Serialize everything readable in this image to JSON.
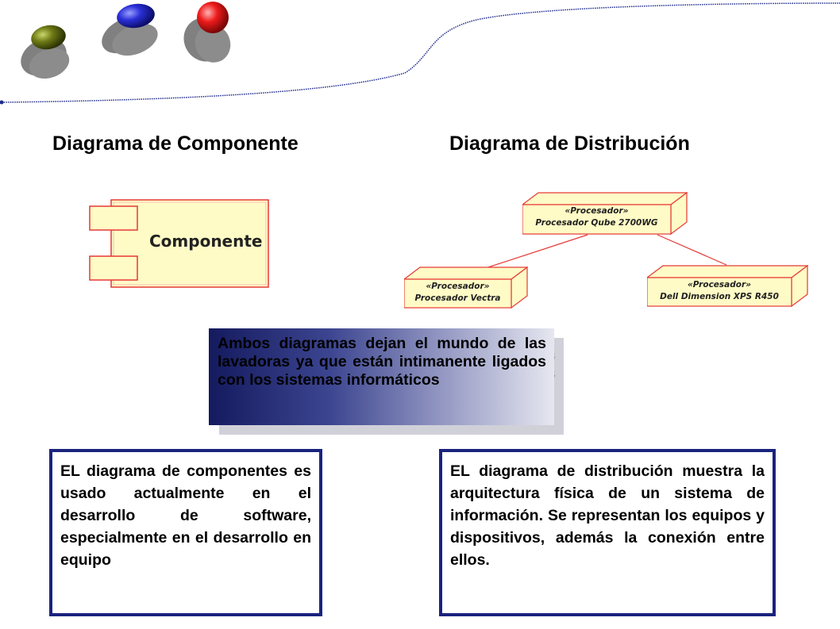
{
  "headings": {
    "component": "Diagrama de Componente",
    "deployment": "Diagrama de Distribución"
  },
  "component_diagram": {
    "label": "Componente"
  },
  "deployment_diagram": {
    "nodes": [
      {
        "stereotype": "«Procesador»",
        "name": "Procesador Qube 2700WG"
      },
      {
        "stereotype": "«Procesador»",
        "name": "Procesador Vectra"
      },
      {
        "stereotype": "«Procesador»",
        "name": "Dell Dimension XPS R450"
      }
    ]
  },
  "callout": {
    "text": "Ambos diagramas dejan el mundo de las lavadoras ya que están intimanente ligados con los sistemas informáticos"
  },
  "left_box": {
    "text": "EL diagrama de componentes es usado actualmente en el desarrollo de software, especialmente en el desarrollo en equipo"
  },
  "right_box": {
    "text": "EL diagrama de distribución muestra la arquitectura física de un sistema de información. Se representan los equipos y dispositivos, además la conexión entre ellos."
  },
  "colors": {
    "box_border": "#1a237e",
    "node_fill": "#fffbc6",
    "node_border": "#e53935",
    "component_border": "#e53935",
    "link": "#e53935",
    "header_line": "#1e2a8a"
  }
}
